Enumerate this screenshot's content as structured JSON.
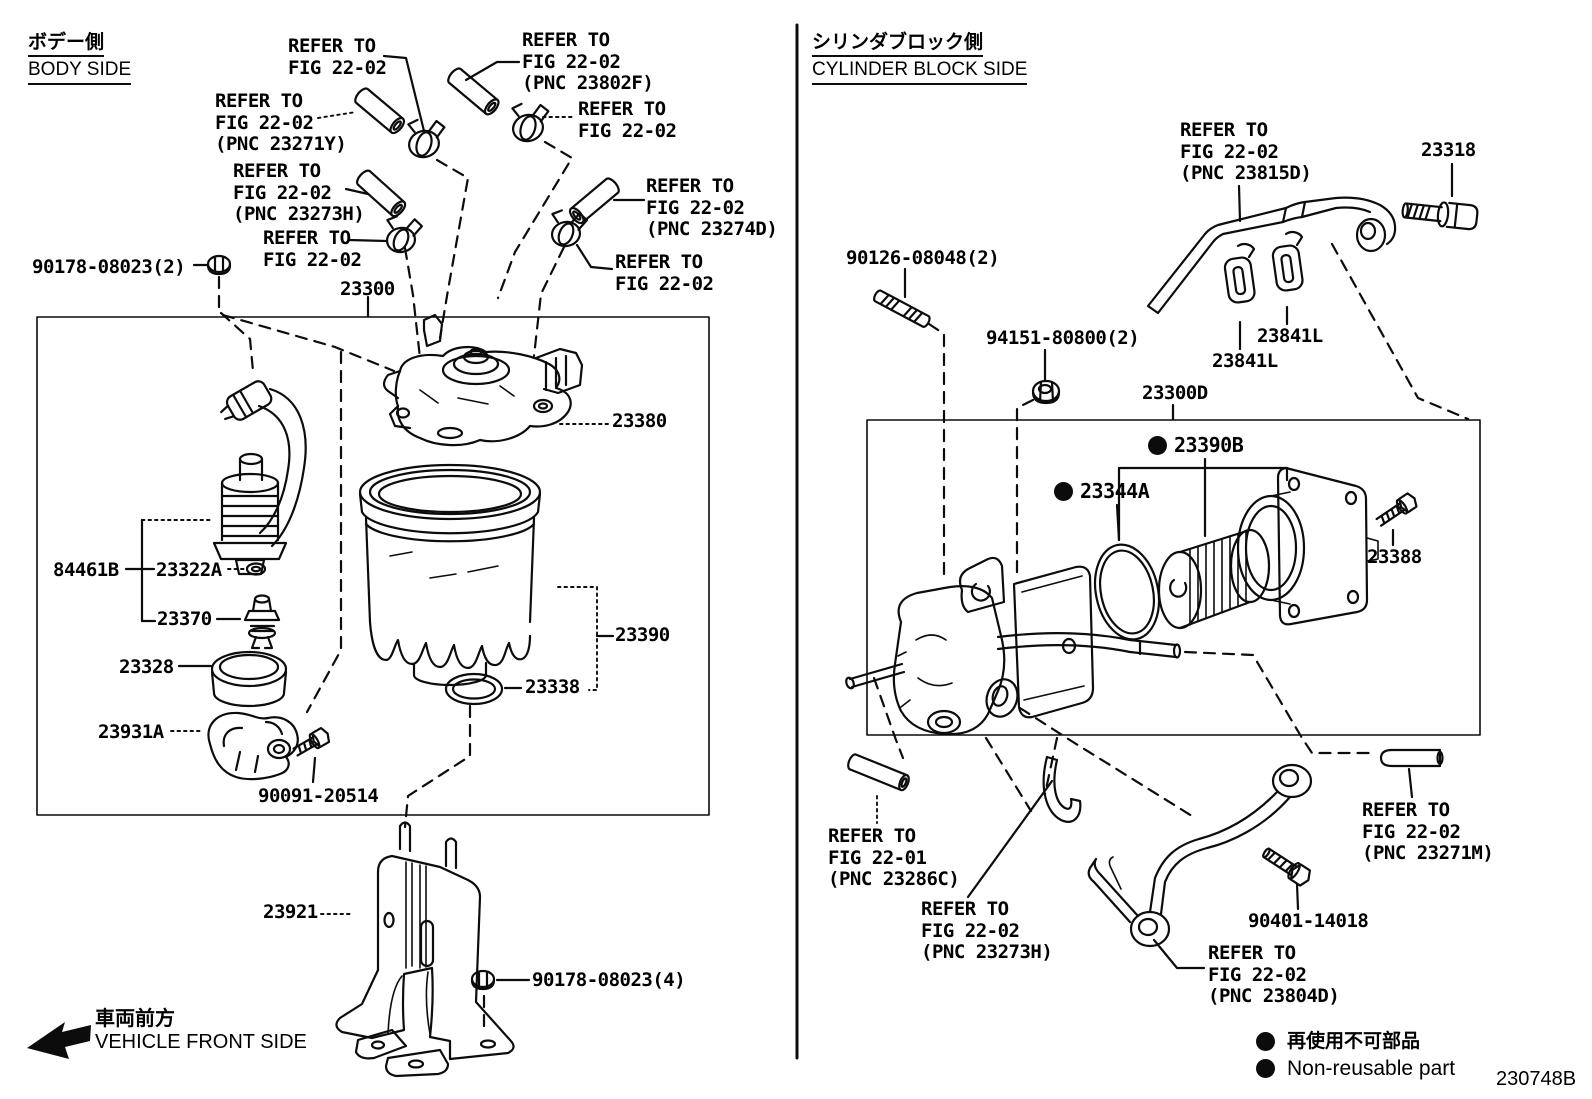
{
  "doc_id": "230748B",
  "left_section": {
    "title_jp": "ボデー側",
    "title_en": "BODY SIDE"
  },
  "right_section": {
    "title_jp": "シリンダブロック側",
    "title_en": "CYLINDER BLOCK SIDE"
  },
  "front_marker": {
    "jp": "車両前方",
    "en": "VEHICLE FRONT SIDE"
  },
  "legend": {
    "jp": "再使用不可部品",
    "en": "Non-reusable part"
  },
  "refer_labels": [
    {
      "text": "REFER TO\nFIG 22-02"
    },
    {
      "text": "REFER TO\nFIG 22-02\n(PNC 23802F)"
    },
    {
      "text": "REFER TO\nFIG 22-02\n(PNC 23271Y)"
    },
    {
      "text": "REFER TO\nFIG 22-02"
    },
    {
      "text": "REFER TO\nFIG 22-02\n(PNC 23273H)"
    },
    {
      "text": "REFER TO\nFIG 22-02\n(PNC 23274D)"
    },
    {
      "text": "REFER TO\nFIG 22-02"
    },
    {
      "text": "REFER TO\nFIG 22-02"
    },
    {
      "text": "REFER TO\nFIG 22-02\n(PNC 23815D)"
    },
    {
      "text": "REFER TO\nFIG 22-01\n(PNC 23286C)"
    },
    {
      "text": "REFER TO\nFIG 22-02\n(PNC 23273H)"
    },
    {
      "text": "REFER TO\nFIG 22-02\n(PNC 23804D)"
    },
    {
      "text": "REFER TO\nFIG 22-02\n(PNC 23271M)"
    }
  ],
  "part_labels": [
    {
      "part_no": "90178-08023(2)"
    },
    {
      "part_no": "23300"
    },
    {
      "part_no": "23380"
    },
    {
      "part_no": "84461B"
    },
    {
      "part_no": "23322A"
    },
    {
      "part_no": "23370"
    },
    {
      "part_no": "23328"
    },
    {
      "part_no": "23931A"
    },
    {
      "part_no": "90091-20514"
    },
    {
      "part_no": "23390"
    },
    {
      "part_no": "23338"
    },
    {
      "part_no": "23921"
    },
    {
      "part_no": "90178-08023(4)"
    },
    {
      "part_no": "90126-08048(2)"
    },
    {
      "part_no": "94151-80800(2)"
    },
    {
      "part_no": "23318"
    },
    {
      "part_no": "23841L"
    },
    {
      "part_no": "23841L"
    },
    {
      "part_no": "23300D"
    },
    {
      "part_no": "23390B"
    },
    {
      "part_no": "23344A"
    },
    {
      "part_no": "23388"
    },
    {
      "part_no": "90401-14018"
    }
  ]
}
